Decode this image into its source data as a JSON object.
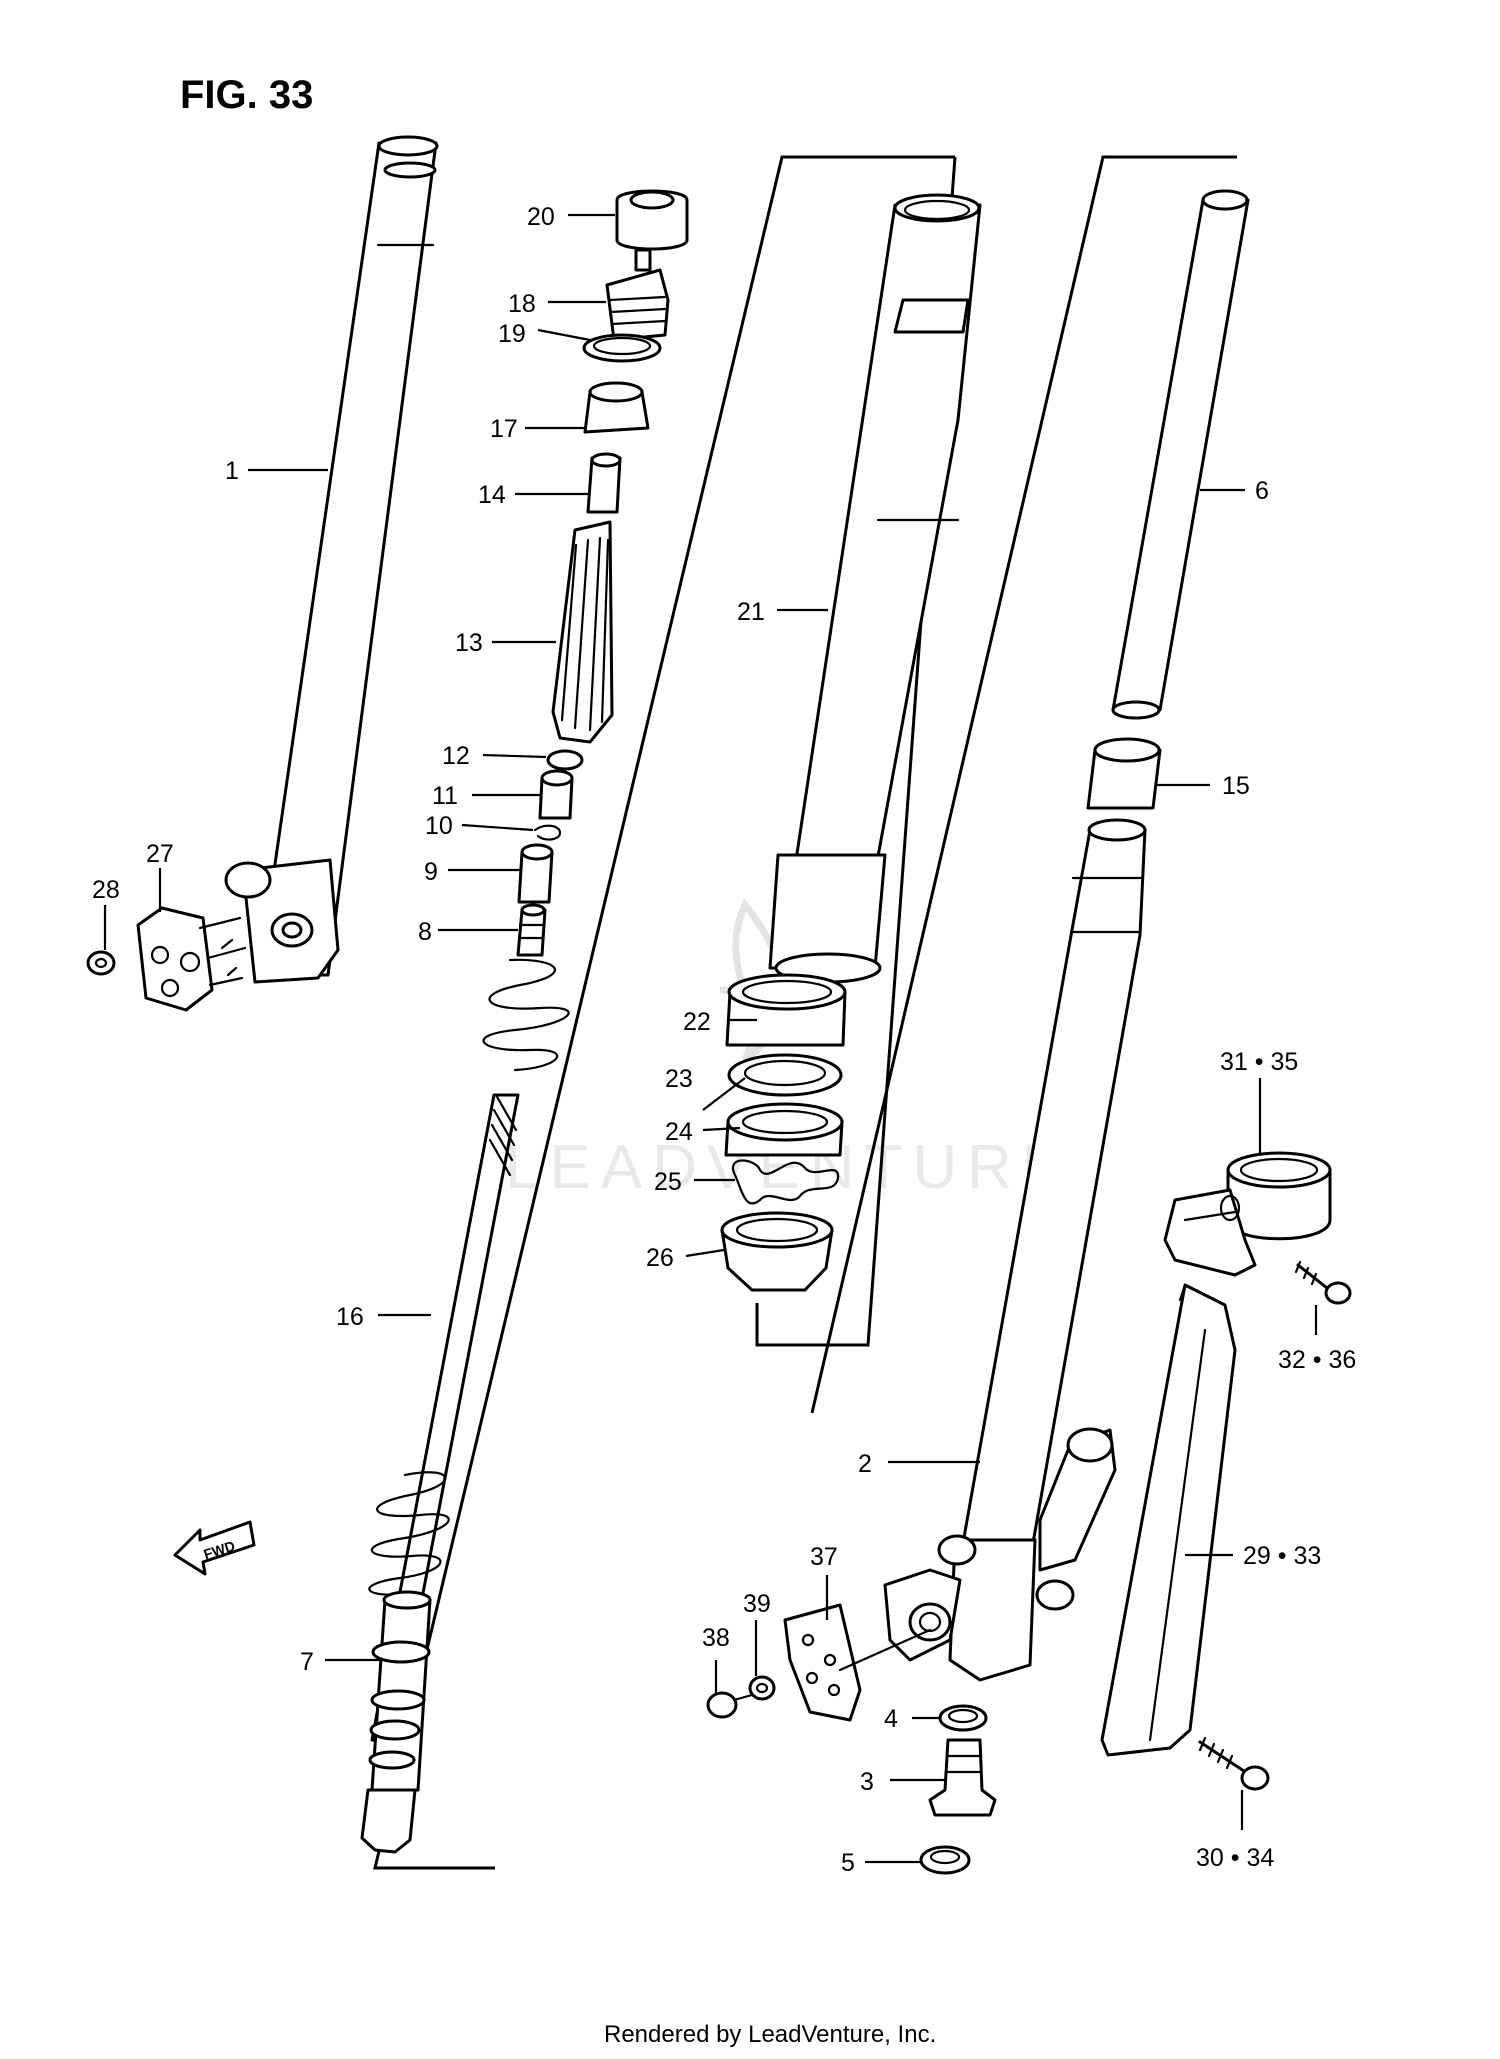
{
  "figure": {
    "title": "FIG. 33",
    "footer": "Rendered by LeadVenture, Inc.",
    "watermark": "LEADVENTURE",
    "direction_arrow": "FWD"
  },
  "callouts": [
    "1",
    "2",
    "3",
    "4",
    "5",
    "6",
    "7",
    "8",
    "9",
    "10",
    "11",
    "12",
    "13",
    "14",
    "15",
    "16",
    "17",
    "18",
    "19",
    "20",
    "21",
    "22",
    "23",
    "24",
    "25",
    "26",
    "27",
    "28",
    "29 • 33",
    "30 • 34",
    "31 • 35",
    "32 • 36",
    "37",
    "38",
    "39"
  ]
}
